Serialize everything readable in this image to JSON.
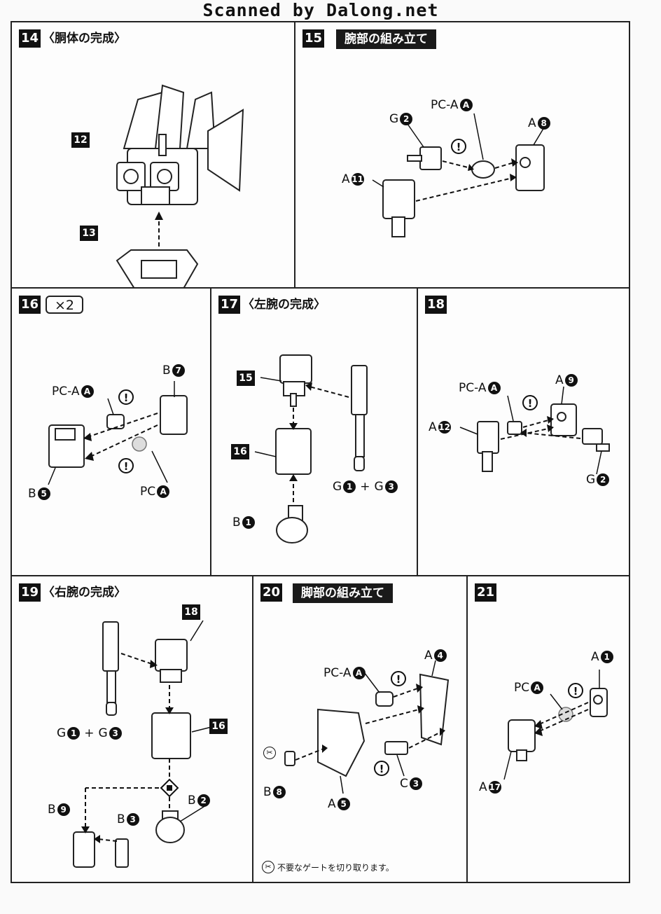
{
  "watermark": "Scanned by Dalong.net",
  "steps": {
    "s14": {
      "num": "14",
      "title": "〈胴体の完成〉",
      "parts": {
        "p12": "12",
        "p13": "13"
      }
    },
    "s15": {
      "num": "15",
      "title": "腕部の組み立て",
      "parts": {
        "pca": "PC-A",
        "pca_c": "A",
        "g2": "G",
        "g2_c": "2",
        "a8": "A",
        "a8_c": "8",
        "a11": "A",
        "a11_c": "11"
      }
    },
    "s16": {
      "num": "16",
      "multiplier": "×2",
      "parts": {
        "b7": "B",
        "b7_c": "7",
        "pca": "PC-A",
        "pca_c": "A",
        "b5": "B",
        "b5_c": "5",
        "pc": "PC",
        "pc_c": "A"
      }
    },
    "s17": {
      "num": "17",
      "title": "〈左腕の完成〉",
      "parts": {
        "p15": "15",
        "p16": "16",
        "g1": "G",
        "g1_c": "1",
        "plus": "+",
        "g3": "G",
        "g3_c": "3",
        "b1": "B",
        "b1_c": "1"
      }
    },
    "s18": {
      "num": "18",
      "parts": {
        "pca": "PC-A",
        "pca_c": "A",
        "a9": "A",
        "a9_c": "9",
        "a12": "A",
        "a12_c": "12",
        "g2": "G",
        "g2_c": "2"
      }
    },
    "s19": {
      "num": "19",
      "title": "〈右腕の完成〉",
      "parts": {
        "p18": "18",
        "p16": "16",
        "g1": "G",
        "g1_c": "1",
        "plus": "+",
        "g3": "G",
        "g3_c": "3",
        "b9": "B",
        "b9_c": "9",
        "b3": "B",
        "b3_c": "3",
        "b2": "B",
        "b2_c": "2"
      }
    },
    "s20": {
      "num": "20",
      "title": "脚部の組み立て",
      "parts": {
        "pca": "PC-A",
        "pca_c": "A",
        "a4": "A",
        "a4_c": "4",
        "b8": "B",
        "b8_c": "8",
        "a5": "A",
        "a5_c": "5",
        "c3": "C",
        "c3_c": "3"
      },
      "note": "不要なゲートを切り取ります。"
    },
    "s21": {
      "num": "21",
      "parts": {
        "a1": "A",
        "a1_c": "1",
        "pc": "PC",
        "pc_c": "A",
        "a17": "A",
        "a17_c": "17"
      }
    }
  },
  "warning_symbol": "!",
  "icons": {
    "caution": "exclamation-circle-icon",
    "cut": "nipper-cut-icon"
  }
}
